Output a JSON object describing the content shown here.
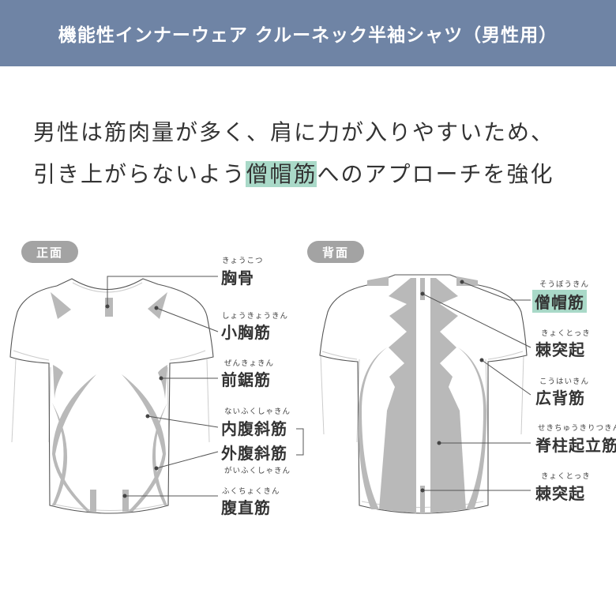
{
  "title": "機能性インナーウェア クルーネック半袖シャツ（男性用）",
  "headline": {
    "line1": "男性は筋肉量が多く、肩に力が入りやすいため、",
    "line2_pre": "引き上がらないよう",
    "line2_highlight": "僧帽筋",
    "line2_post": "へのアプローチを強化"
  },
  "colors": {
    "header": "#6f84a5",
    "highlight": "#a9d9c8",
    "muscle": "#b9b9b9"
  },
  "front": {
    "badge": "正面",
    "labels": [
      {
        "ruby": "きょうこつ",
        "name": "胸骨"
      },
      {
        "ruby": "しょうきょうきん",
        "name": "小胸筋"
      },
      {
        "ruby": "ぜんきょきん",
        "name": "前鋸筋"
      },
      {
        "ruby": "ないふくしゃきん",
        "name": "内腹斜筋"
      },
      {
        "ruby": "がいふくしゃきん",
        "name": "外腹斜筋"
      },
      {
        "ruby": "ふくちょくきん",
        "name": "腹直筋"
      }
    ]
  },
  "back": {
    "badge": "背面",
    "labels": [
      {
        "ruby": "そうぼうきん",
        "name": "僧帽筋"
      },
      {
        "ruby": "きょくとっき",
        "name": "棘突起"
      },
      {
        "ruby": "こうはいきん",
        "name": "広背筋"
      },
      {
        "ruby": "せきちゅうきりつきん",
        "name": "脊柱起立筋"
      },
      {
        "ruby": "きょくとっき",
        "name": "棘突起"
      }
    ]
  }
}
